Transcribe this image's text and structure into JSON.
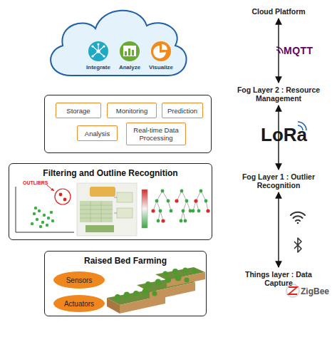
{
  "diagram": {
    "nodes": [
      {
        "text": [
          "Integrate",
          "Analyze",
          "Visualize"
        ]
      },
      {
        "text": []
      },
      {
        "text": [
          "Storage"
        ],
        "in": 1
      },
      {
        "text": [
          "Monitoring"
        ],
        "in": 1
      },
      {
        "text": [
          "Prediction"
        ],
        "in": 1
      },
      {
        "text": [
          "Analysis"
        ],
        "in": 1
      },
      {
        "text": [
          "Real-time Data Processing"
        ],
        "in": 1
      },
      {
        "text": [
          "Filtering and Outline Recognition"
        ]
      },
      {
        "text": [
          "Raised Bed Farming"
        ]
      },
      {
        "text": [
          "Sensors"
        ],
        "in": 8
      },
      {
        "text": [
          "Actuators"
        ],
        "in": 8
      },
      {
        "text": [
          "Cloud Platform"
        ]
      },
      {
        "text": [
          "Fog Layer 2 : Resource Management"
        ]
      },
      {
        "text": [
          "Fog Layer 1 : Outlier Recognition"
        ]
      },
      {
        "text": [
          "Things layer : Data Capture"
        ]
      }
    ],
    "edges": [
      {
        "from": 11,
        "to": 12,
        "arrow": "both"
      },
      {
        "from": 12,
        "to": 13,
        "arrow": "both"
      },
      {
        "from": 13,
        "to": 14,
        "arrow": "both"
      }
    ],
    "labels": [
      "MQTT",
      "LoRa",
      "OUTLIERS",
      "ZigBee"
    ]
  }
}
